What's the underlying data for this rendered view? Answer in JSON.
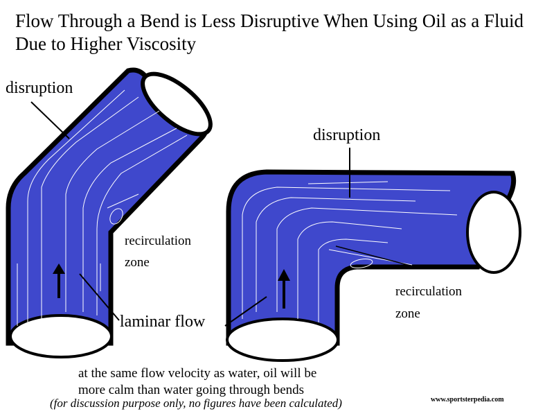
{
  "title": "Flow Through a Bend is Less Disruptive When Using Oil as a Fluid Due to Higher Viscosity",
  "left_diagram": {
    "disruption_label": "disruption",
    "recirculation_label_line1": "recirculation",
    "recirculation_label_line2": "zone",
    "laminar_label": "laminar flow"
  },
  "right_diagram": {
    "disruption_label": "disruption",
    "recirculation_label_line1": "recirculation",
    "recirculation_label_line2": "zone"
  },
  "caption_line1": "at the same flow velocity as water, oil will be",
  "caption_line2": "more calm than water going through bends",
  "note": "(for discussion purpose only, no figures have been calculated)",
  "watermark": "www.sportsterpedia.com",
  "colors": {
    "fluid": "#3f48cc",
    "outline": "#000000",
    "streamline": "#ffffff"
  }
}
